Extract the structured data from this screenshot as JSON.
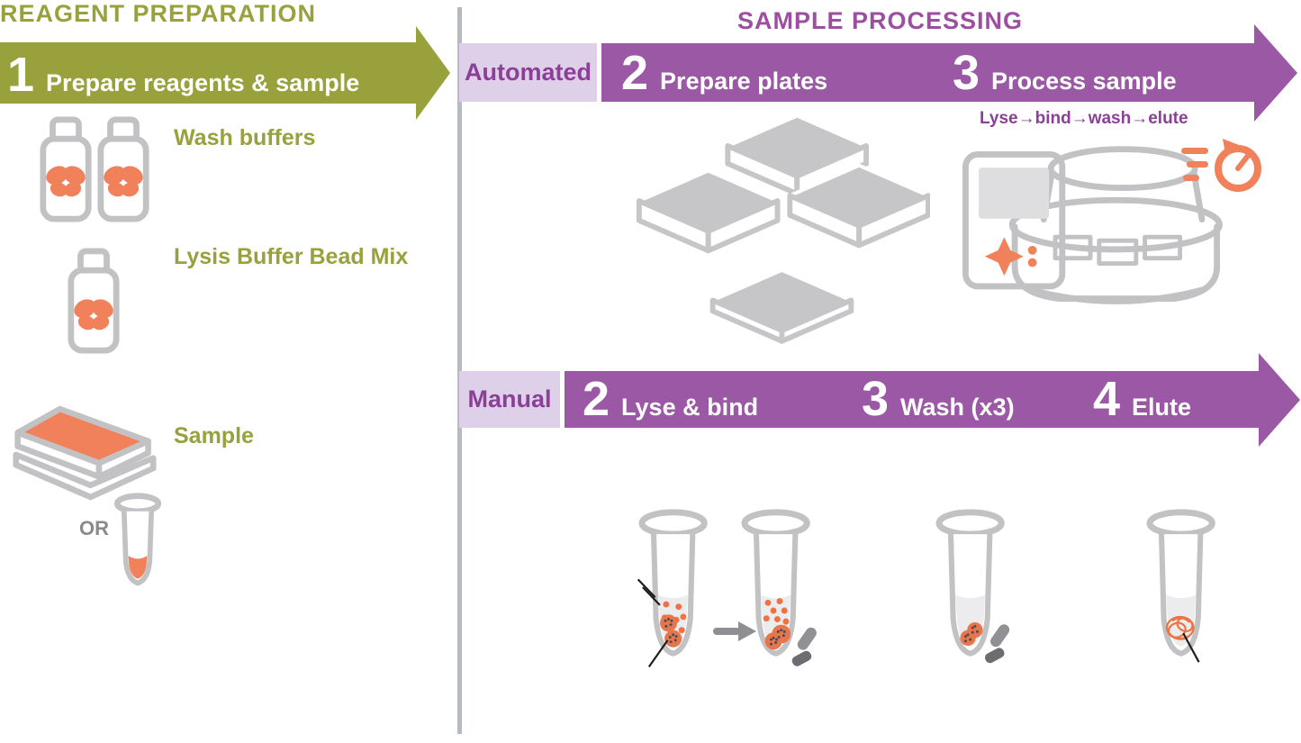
{
  "colors": {
    "olive": "#98a13b",
    "purple_arrow": "#9b58a5",
    "purple_title": "#9c4f9f",
    "purple_dark_text": "#8b3f97",
    "purple_light_box": "#ded0e8",
    "orange": "#f0815b",
    "gray_lineart": "#c2c2c5",
    "gray_dark": "#8f8f93",
    "divider_gray": "#b6bac1"
  },
  "left": {
    "title": "REAGENT PREPARATION",
    "step": {
      "number": "1",
      "label": "Prepare reagents & sample"
    },
    "items": [
      {
        "label": "Wash buffers"
      },
      {
        "label": "Lysis Buffer Bead Mix"
      },
      {
        "label": "Sample"
      }
    ],
    "or_label": "OR"
  },
  "right": {
    "title": "SAMPLE PROCESSING",
    "rows": [
      {
        "mode": "Automated",
        "steps": [
          {
            "number": "2",
            "label": "Prepare plates"
          },
          {
            "number": "3",
            "label": "Process sample",
            "sublabel": "Lyse→bind→wash→elute"
          }
        ]
      },
      {
        "mode": "Manual",
        "steps": [
          {
            "number": "2",
            "label": "Lyse & bind"
          },
          {
            "number": "3",
            "label": "Wash (x3)"
          },
          {
            "number": "4",
            "label": "Elute"
          }
        ]
      }
    ]
  },
  "icons": {
    "wash-buffer-bottle": "bottle with orange butterfly splash",
    "lysis-buffer-bottle": "bottle with orange butterfly splash",
    "sample-plate": "plate with orange lid",
    "sample-tube": "microtube with orange liquid",
    "plate-stack": "four gray plates",
    "purification-instrument": "automated magnetic particle processor",
    "speed-timer": "orange timer with motion lines",
    "transfer-arrow": "gray right arrow",
    "magnet": "gray magnet bar",
    "lyse-bind-tube": "tube with beads and orange particles",
    "wash-tube": "tube with pelleted beads and magnet",
    "elute-tube": "tube with eluted nucleic acid strand"
  }
}
